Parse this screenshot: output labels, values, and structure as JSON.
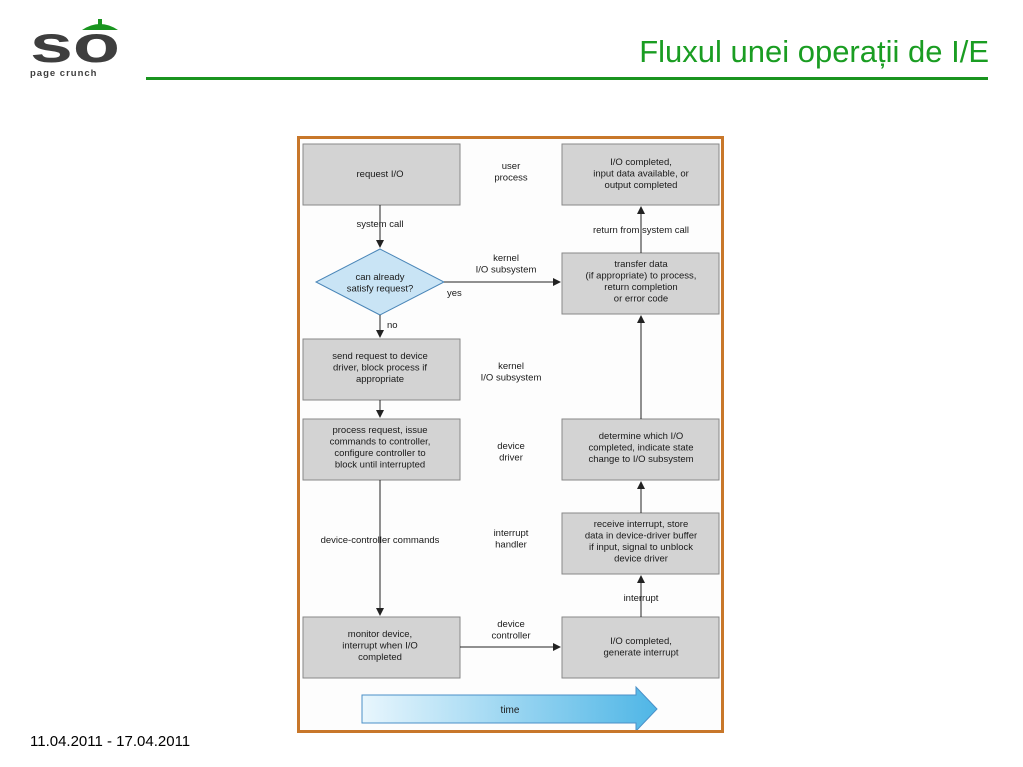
{
  "brand": {
    "logo_text": "so",
    "tagline": "page crunch",
    "accent_color": "#19941f",
    "logo_color": "#3e3e3e"
  },
  "slide": {
    "title": "Fluxul unei operații de I/E",
    "date_range": "11.04.2011 - 17.04.2011"
  },
  "diagram": {
    "box_fill": "#d3d3d3",
    "decision_fill": "#c9e4f5",
    "frame_color": "#c8772a",
    "left_column": [
      {
        "id": "request",
        "lines": [
          "request I/O"
        ]
      },
      {
        "id": "decision",
        "lines": [
          "can already",
          "satisfy request?"
        ]
      },
      {
        "id": "send",
        "lines": [
          "send request to device",
          "driver, block process if",
          "appropriate"
        ]
      },
      {
        "id": "process",
        "lines": [
          "process request, issue",
          "commands to controller,",
          "configure controller to",
          "block until interrupted"
        ]
      },
      {
        "id": "monitor",
        "lines": [
          "monitor device,",
          "interrupt when I/O",
          "completed"
        ]
      }
    ],
    "right_column": [
      {
        "id": "completed",
        "lines": [
          "I/O completed,",
          "input data available, or",
          "output completed"
        ]
      },
      {
        "id": "transfer",
        "lines": [
          "transfer data",
          "(if appropriate) to process,",
          "return completion",
          "or error code"
        ]
      },
      {
        "id": "determine",
        "lines": [
          "determine which I/O",
          "completed, indicate state",
          "change to I/O subsystem"
        ]
      },
      {
        "id": "receive",
        "lines": [
          "receive interrupt, store",
          "data in device-driver buffer",
          "if input, signal to unblock",
          "device driver"
        ]
      },
      {
        "id": "generate",
        "lines": [
          "I/O completed,",
          "generate interrupt"
        ]
      }
    ],
    "layers": [
      {
        "id": "user",
        "lines": [
          "user",
          "process"
        ]
      },
      {
        "id": "kernel1",
        "lines": [
          "kernel",
          "I/O subsystem"
        ]
      },
      {
        "id": "kernel2",
        "lines": [
          "kernel",
          "I/O subsystem"
        ]
      },
      {
        "id": "driver",
        "lines": [
          "device",
          "driver"
        ]
      },
      {
        "id": "interrupt",
        "lines": [
          "interrupt",
          "handler"
        ]
      },
      {
        "id": "controller",
        "lines": [
          "device",
          "controller"
        ]
      }
    ],
    "edge_labels": {
      "system_call": "system call",
      "yes": "yes",
      "no": "no",
      "device_commands": "device-controller commands",
      "return_call": "return from system call",
      "interrupt": "interrupt"
    },
    "time_label": "time"
  }
}
